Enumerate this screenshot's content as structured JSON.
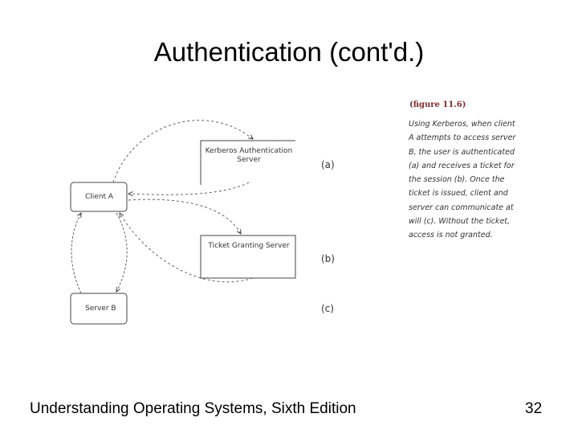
{
  "slide": {
    "title": "Authentication (cont'd.)",
    "footer": "Understanding Operating Systems, Sixth Edition",
    "page_number": "32"
  },
  "figure": {
    "label": "(figure 11.6)",
    "caption": "Using Kerberos, when client A attempts to access server B, the user is authenticated (a) and receives a ticket for the session (b). Once the ticket is issued, client and server can communicate at will (c). Without the ticket, access is not granted.",
    "nodes": {
      "client_a": "Client A",
      "server_b": "Server B",
      "kerberos": "Kerberos Authentication Server",
      "tgs": "Ticket Granting Server"
    },
    "steps": {
      "a": "(a)",
      "b": "(b)",
      "c": "(c)"
    }
  },
  "colors": {
    "figure_label": "#8a2b2b",
    "diagram_ink": "#333333"
  }
}
